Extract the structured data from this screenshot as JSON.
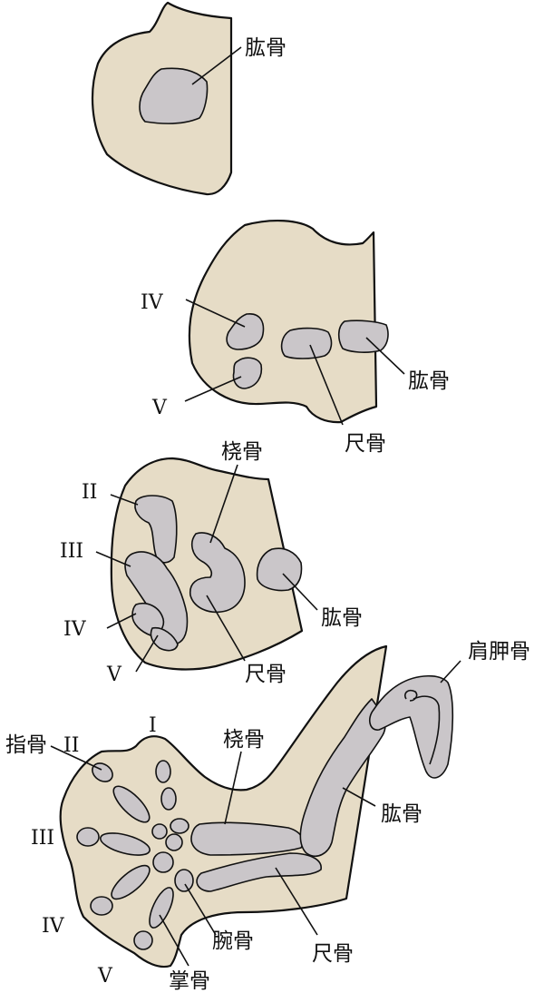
{
  "stages": [
    {
      "labels": {
        "humerus": "肱骨"
      }
    },
    {
      "labels": {
        "digit_iv": "IV",
        "digit_v": "V",
        "humerus": "肱骨",
        "ulna": "尺骨"
      }
    },
    {
      "labels": {
        "radius": "桡骨",
        "digit_ii": "II",
        "digit_iii": "III",
        "digit_iv": "IV",
        "digit_v": "V",
        "humerus": "肱骨",
        "ulna": "尺骨"
      }
    },
    {
      "labels": {
        "digit_i": "I",
        "phalanges": "指骨",
        "digit_ii": "II",
        "radius": "桡骨",
        "scapula": "肩胛骨",
        "digit_iii": "III",
        "humerus": "肱骨",
        "digit_iv": "IV",
        "carpals": "腕骨",
        "ulna": "尺骨",
        "digit_v": "V",
        "metacarpals": "掌骨"
      }
    }
  ],
  "colors": {
    "tissue": "#e6dcc6",
    "bone": "#cac6c9",
    "outline": "#111111"
  }
}
